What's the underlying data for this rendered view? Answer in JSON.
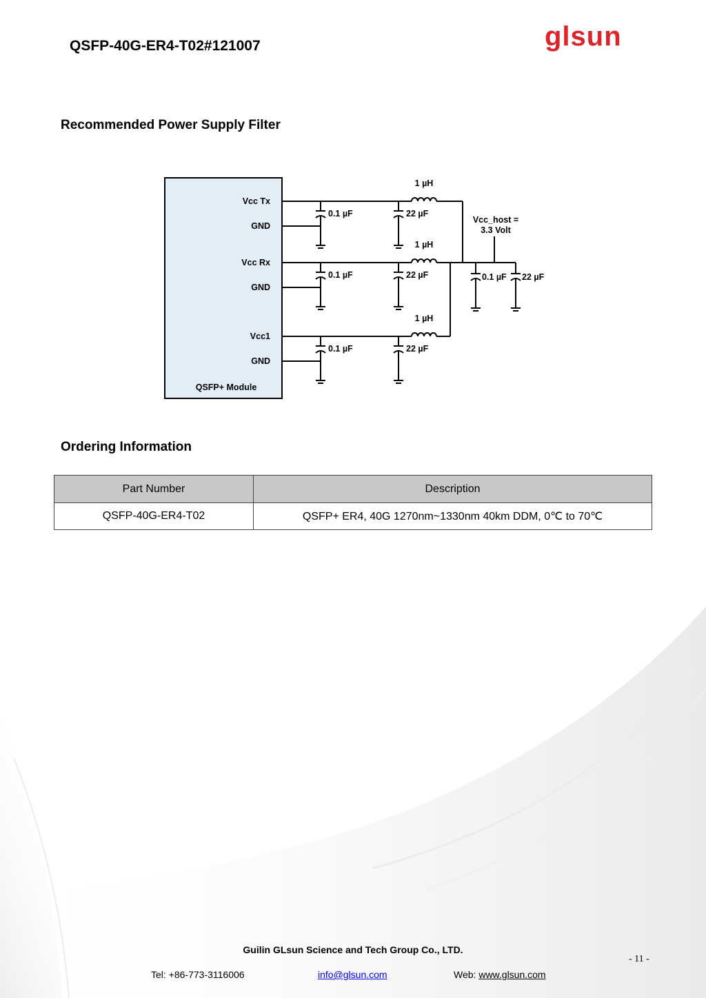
{
  "header": {
    "document_title": "QSFP-40G-ER4-T02#121007",
    "logo_text": "glsun",
    "logo_color": "#d9262c"
  },
  "sections": {
    "power_filter_heading": "Recommended Power Supply Filter",
    "ordering_heading": "Ordering Information"
  },
  "schematic": {
    "module_pins": [
      "Vcc Tx",
      "GND",
      "Vcc Rx",
      "GND",
      "Vcc1",
      "GND"
    ],
    "module_label": "QSFP+ Module",
    "inductor_label": "1 µH",
    "small_cap_label": "0.1 µF",
    "large_cap_label": "22 µF",
    "host_label_line1": "Vcc_host =",
    "host_label_line2": "3.3 Volt",
    "module_fill": "#e3edf7"
  },
  "ordering_table": {
    "headers": [
      "Part Number",
      "Description"
    ],
    "rows": [
      [
        "QSFP-40G-ER4-T02",
        "QSFP+ ER4, 40G 1270nm~1330nm 40km DDM, 0℃  to 70℃"
      ]
    ]
  },
  "footer": {
    "company": "Guilin GLsun Science and Tech Group Co., LTD.",
    "page_number": "- 11 -",
    "tel": "Tel: +86-773-3116006",
    "email": "info@glsun.com",
    "web_label": "Web:",
    "web_url": "www.glsun.com"
  }
}
